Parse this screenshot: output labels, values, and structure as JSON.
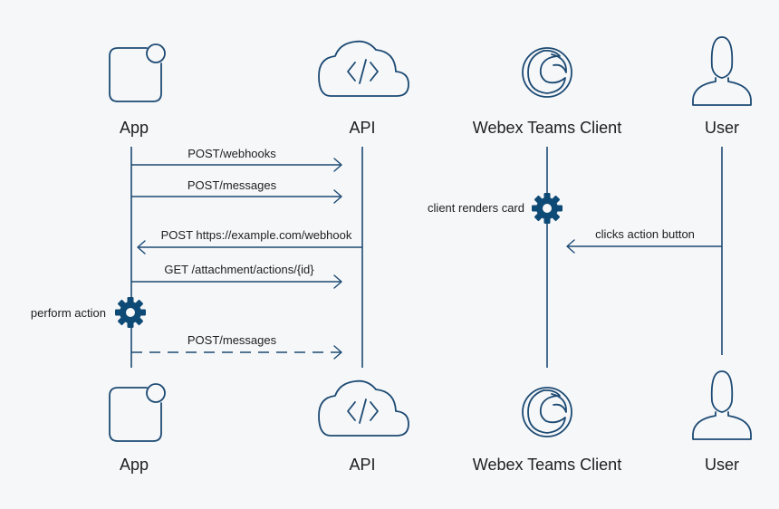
{
  "actors": {
    "app": {
      "label": "App",
      "icon": "app-icon"
    },
    "api": {
      "label": "API",
      "icon": "cloud-code-icon"
    },
    "client": {
      "label": "Webex Teams Client",
      "icon": "webex-logo-icon"
    },
    "user": {
      "label": "User",
      "icon": "user-icon"
    }
  },
  "messages": {
    "m1": "POST/webhooks",
    "m2": "POST/messages",
    "m3": "POST https://example.com/webhook",
    "m4": "GET /attachment/actions/{id}",
    "m5": "POST/messages",
    "m6": "clicks action button"
  },
  "notes": {
    "client_renders": "client renders card",
    "perform_action": "perform action"
  },
  "colors": {
    "line": "#1c4a73",
    "gear": "#0d4a75",
    "background": "#f6f7f9"
  }
}
